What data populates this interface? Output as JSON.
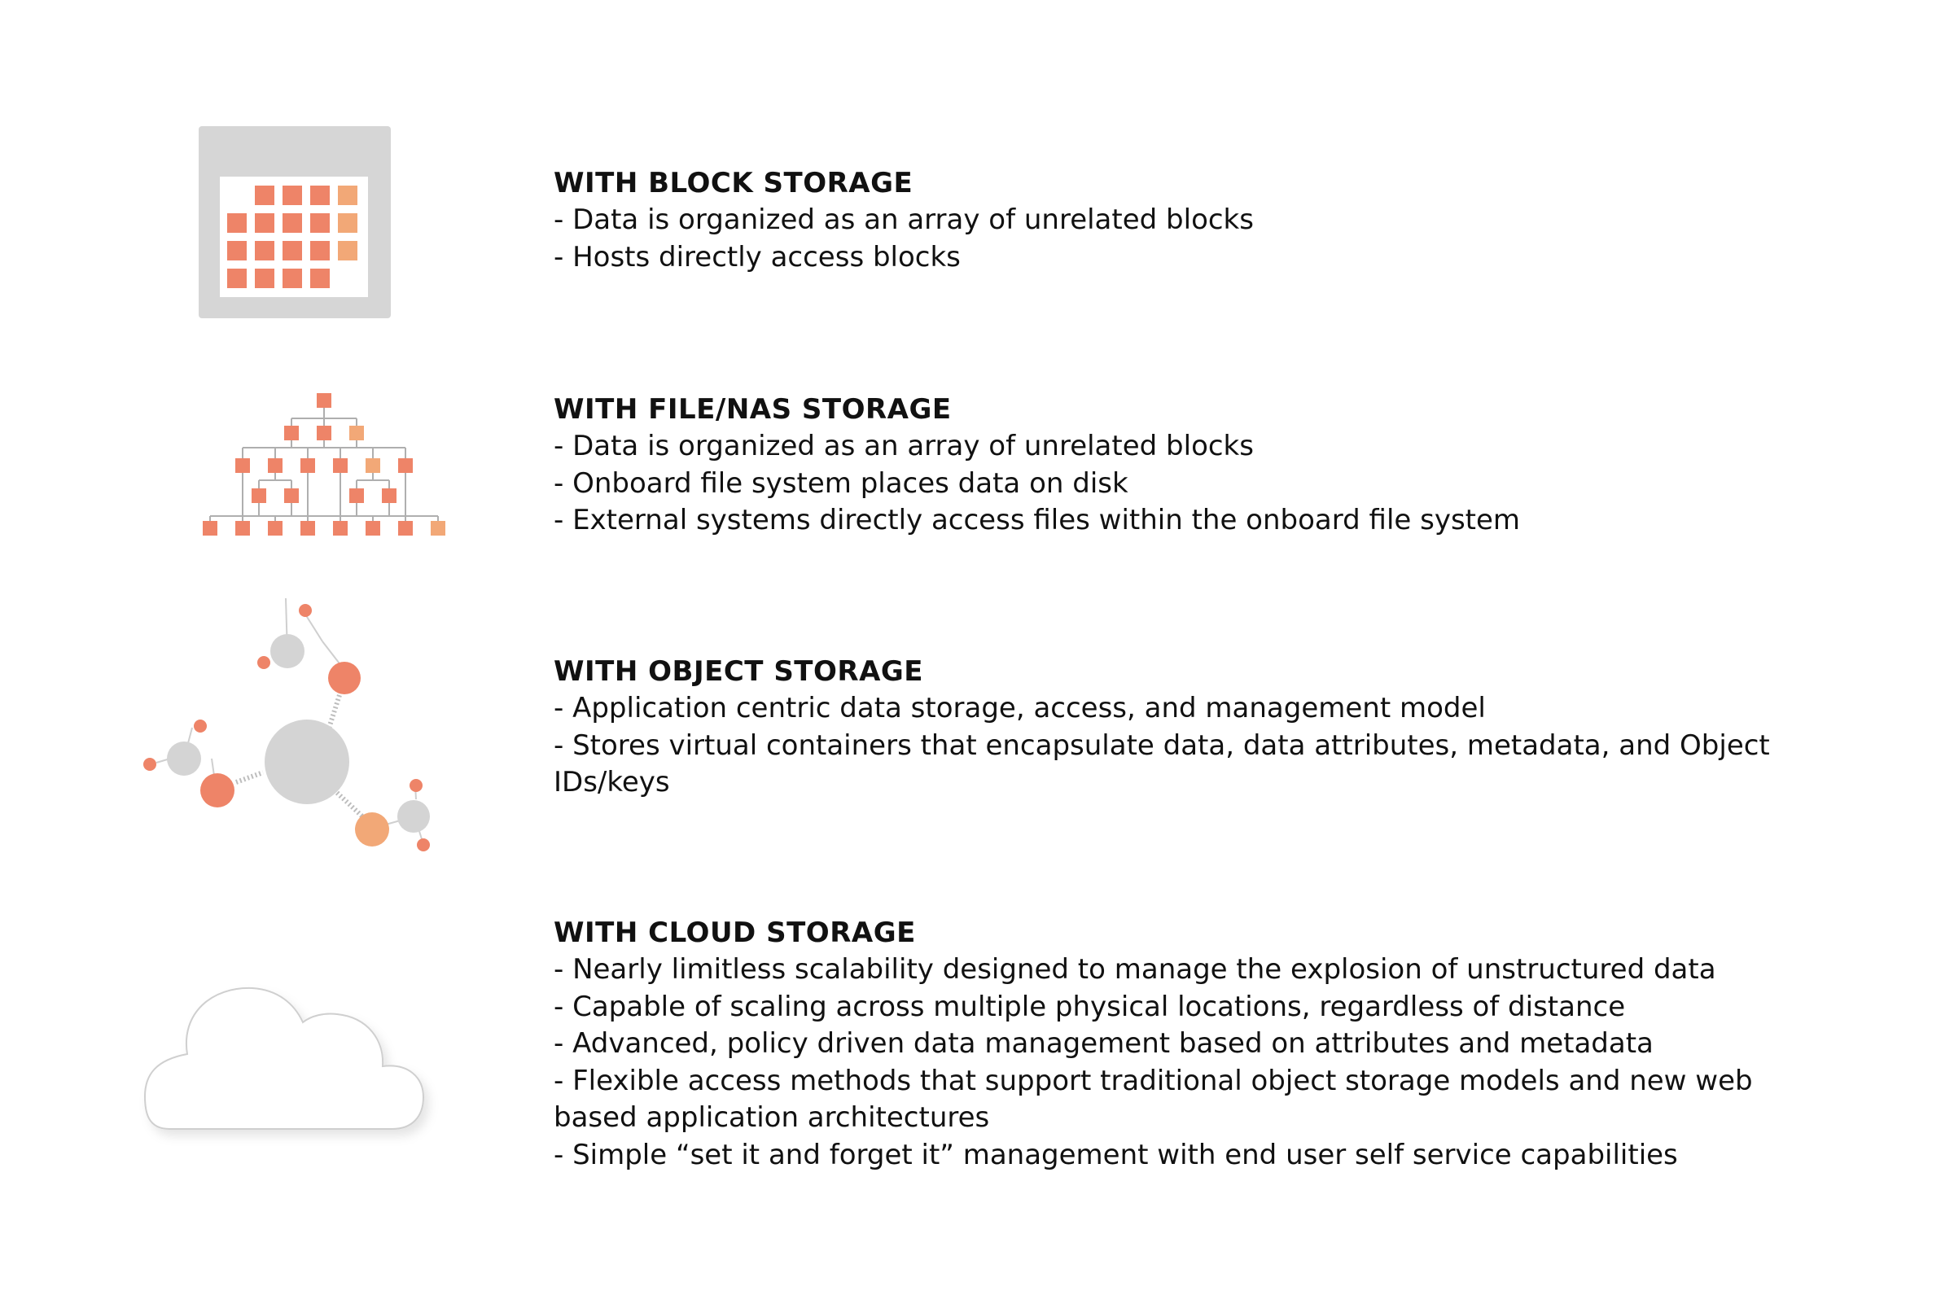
{
  "colors": {
    "accent_dark": "#EE8468",
    "accent_light": "#F2A877",
    "node_grey": "#D4D4D4",
    "panel_grey": "#D6D6D6",
    "line_grey": "#AFAFAF",
    "cloud_stroke": "#CFCFCF",
    "text": "#111111"
  },
  "sections": [
    {
      "icon": "block-storage-grid-icon",
      "heading": "WITH BLOCK STORAGE",
      "bullets": [
        "- Data is organized as an array of unrelated blocks",
        "- Hosts directly access blocks"
      ]
    },
    {
      "icon": "file-tree-hierarchy-icon",
      "heading": "WITH FILE/NAS STORAGE",
      "bullets": [
        "- Data is organized as an array of unrelated blocks",
        "- Onboard file system places data on disk",
        "- External systems directly access files within the onboard file system"
      ]
    },
    {
      "icon": "object-molecule-network-icon",
      "heading": "WITH OBJECT STORAGE",
      "bullets": [
        "- Application centric data storage, access, and management model",
        "- Stores virtual containers that encapsulate data, data attributes, metadata, and Object IDs/keys"
      ]
    },
    {
      "icon": "cloud-icon",
      "heading": "WITH CLOUD STORAGE",
      "bullets": [
        "- Nearly limitless scalability designed to manage the explosion of unstructured data",
        "- Capable of scaling across multiple physical locations, regardless of distance",
        "- Advanced, policy driven data management based on attributes and metadata",
        "- Flexible access methods that support traditional object storage models and new web based application architectures",
        "- Simple “set it and forget it” management with end user self service capabilities"
      ]
    }
  ]
}
